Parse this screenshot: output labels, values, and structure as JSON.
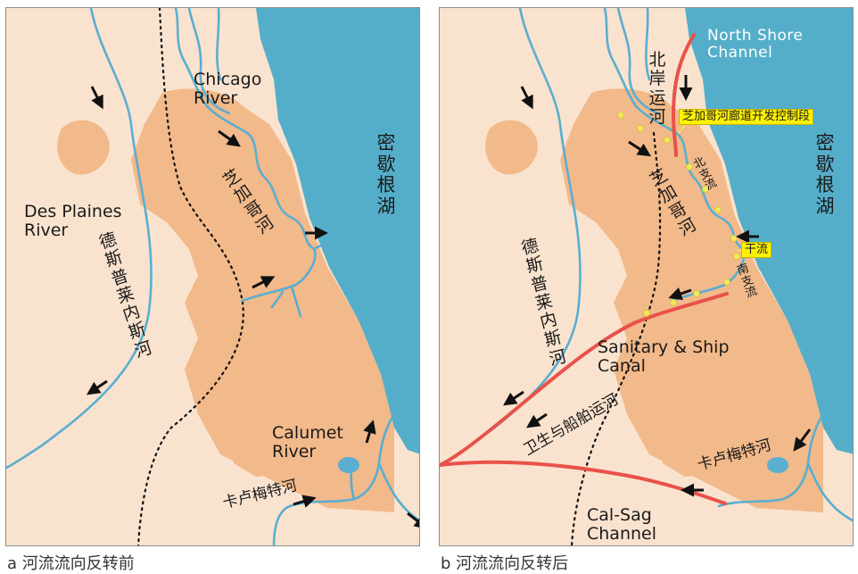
{
  "panel_a": {
    "caption": "a 河流流向反转前",
    "labels": {
      "chicago_river": "Chicago\nRiver",
      "lake": "密歇根湖",
      "des_plaines_en": "Des Plaines\nRiver",
      "des_plaines_cn": "德斯普莱内斯河",
      "chicago_cn": "芝加哥河",
      "calumet_en": "Calumet\nRiver",
      "calumet_cn": "卡卢梅特河"
    }
  },
  "panel_b": {
    "caption": "b 河流流向反转后",
    "labels": {
      "north_shore": "North Shore\nChannel",
      "north_shore_cn": "北岸运河",
      "lake": "密歇根湖",
      "corridor": "芝加哥河廊道开发控制段",
      "north_branch": "北支流",
      "chicago_cn": "芝加哥河",
      "main_stem": "干流",
      "south_branch": "南支流",
      "des_plaines_cn": "德斯普莱内斯河",
      "sanitary_en": "Sanitary & Ship\nCanal",
      "sanitary_cn": "卫生与船舶运河",
      "calumet_cn": "卡卢梅特河",
      "cal_sag": "Cal-Sag\nChannel"
    }
  },
  "colors": {
    "land": "#f9e3cf",
    "urban": "#f2b98a",
    "lake": "#55aec9",
    "river": "#5aaed0",
    "canal": "#e8524a",
    "dots": "#f2e85a",
    "arrow": "#111111"
  }
}
